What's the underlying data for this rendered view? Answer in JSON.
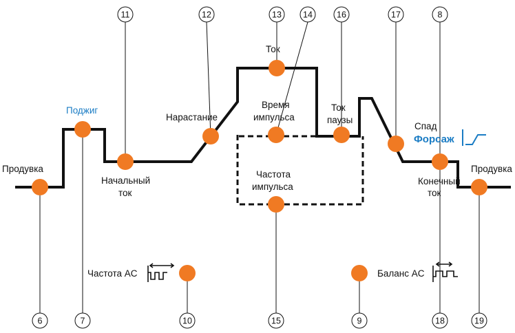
{
  "labels": {
    "produvka_left": "Продувка",
    "podzhig": "Поджиг",
    "nachalny_1": "Начальный",
    "nachalny_2": "ток",
    "narastanie": "Нарастание",
    "tok": "Ток",
    "vremya_1": "Время",
    "vremya_2": "импульса",
    "chastota_imp_1": "Частота",
    "chastota_imp_2": "импульса",
    "tok_pauzy_1": "Ток",
    "tok_pauzy_2": "паузы",
    "spad": "Спад",
    "forsazh": "Форсаж",
    "konechny_1": "Конечный",
    "konechny_2": "ток",
    "produvka_right": "Продувка",
    "chastota_ac": "Частота AC",
    "balans_ac": "Баланс AC"
  },
  "callouts": {
    "n11": "11",
    "n12": "12",
    "n13": "13",
    "n14": "14",
    "n16": "16",
    "n17": "17",
    "n8": "8",
    "n6": "6",
    "n7": "7",
    "n10": "10",
    "n15": "15",
    "n9": "9",
    "n18": "18",
    "n19": "19"
  },
  "colors": {
    "line": "#111111",
    "marker": "#f07a23",
    "accent_blue": "#1a7cc4"
  },
  "icons": [
    "ac-frequency-icon",
    "ac-balance-icon",
    "forsazh-icon"
  ]
}
